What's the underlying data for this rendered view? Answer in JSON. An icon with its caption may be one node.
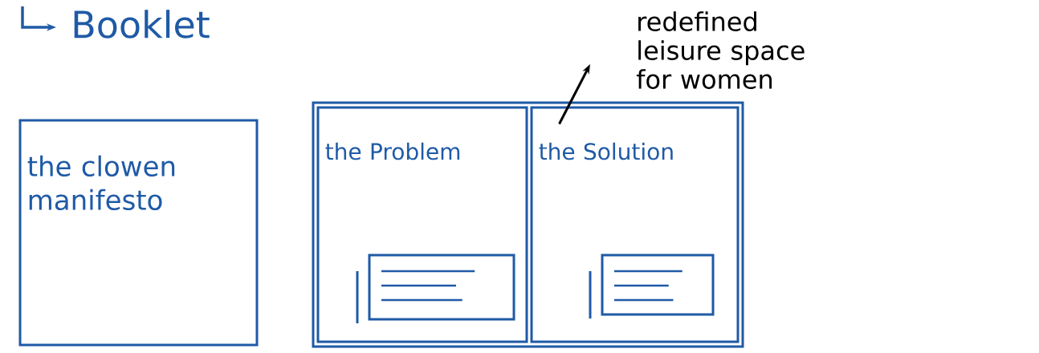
{
  "diagram": {
    "title": "Booklet",
    "nodes": [
      {
        "text": [
          "the clowen manifesto"
        ]
      },
      {
        "text": [],
        "shape": "box"
      },
      {
        "text": [
          "the Problem"
        ],
        "in": 1
      },
      {
        "text": [
          "the Solution"
        ],
        "in": 1
      },
      {
        "text": [
          "redefined leisure space for women"
        ]
      }
    ],
    "edges": [
      {
        "from": 3,
        "to": 4,
        "arrow": "to"
      }
    ]
  }
}
